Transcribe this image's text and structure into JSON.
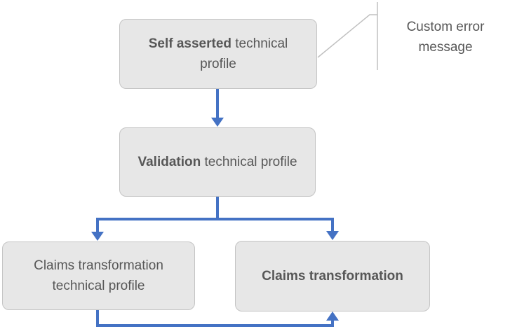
{
  "colors": {
    "arrow": "#4472C4",
    "box_fill": "#E7E7E7",
    "box_border": "#C4C4C4",
    "callout_line": "#C0C0C0",
    "text": "#575757"
  },
  "nodes": {
    "self_asserted": {
      "bold": "Self asserted",
      "regular": " technical profile"
    },
    "validation": {
      "bold": "Validation",
      "regular": " technical profile"
    },
    "claims_transformation_tp": {
      "bold": "",
      "regular": "Claims transformation technical profile"
    },
    "claims_transformation": {
      "bold": "Claims transformation",
      "regular": ""
    }
  },
  "callout": {
    "label": "Custom error message"
  }
}
